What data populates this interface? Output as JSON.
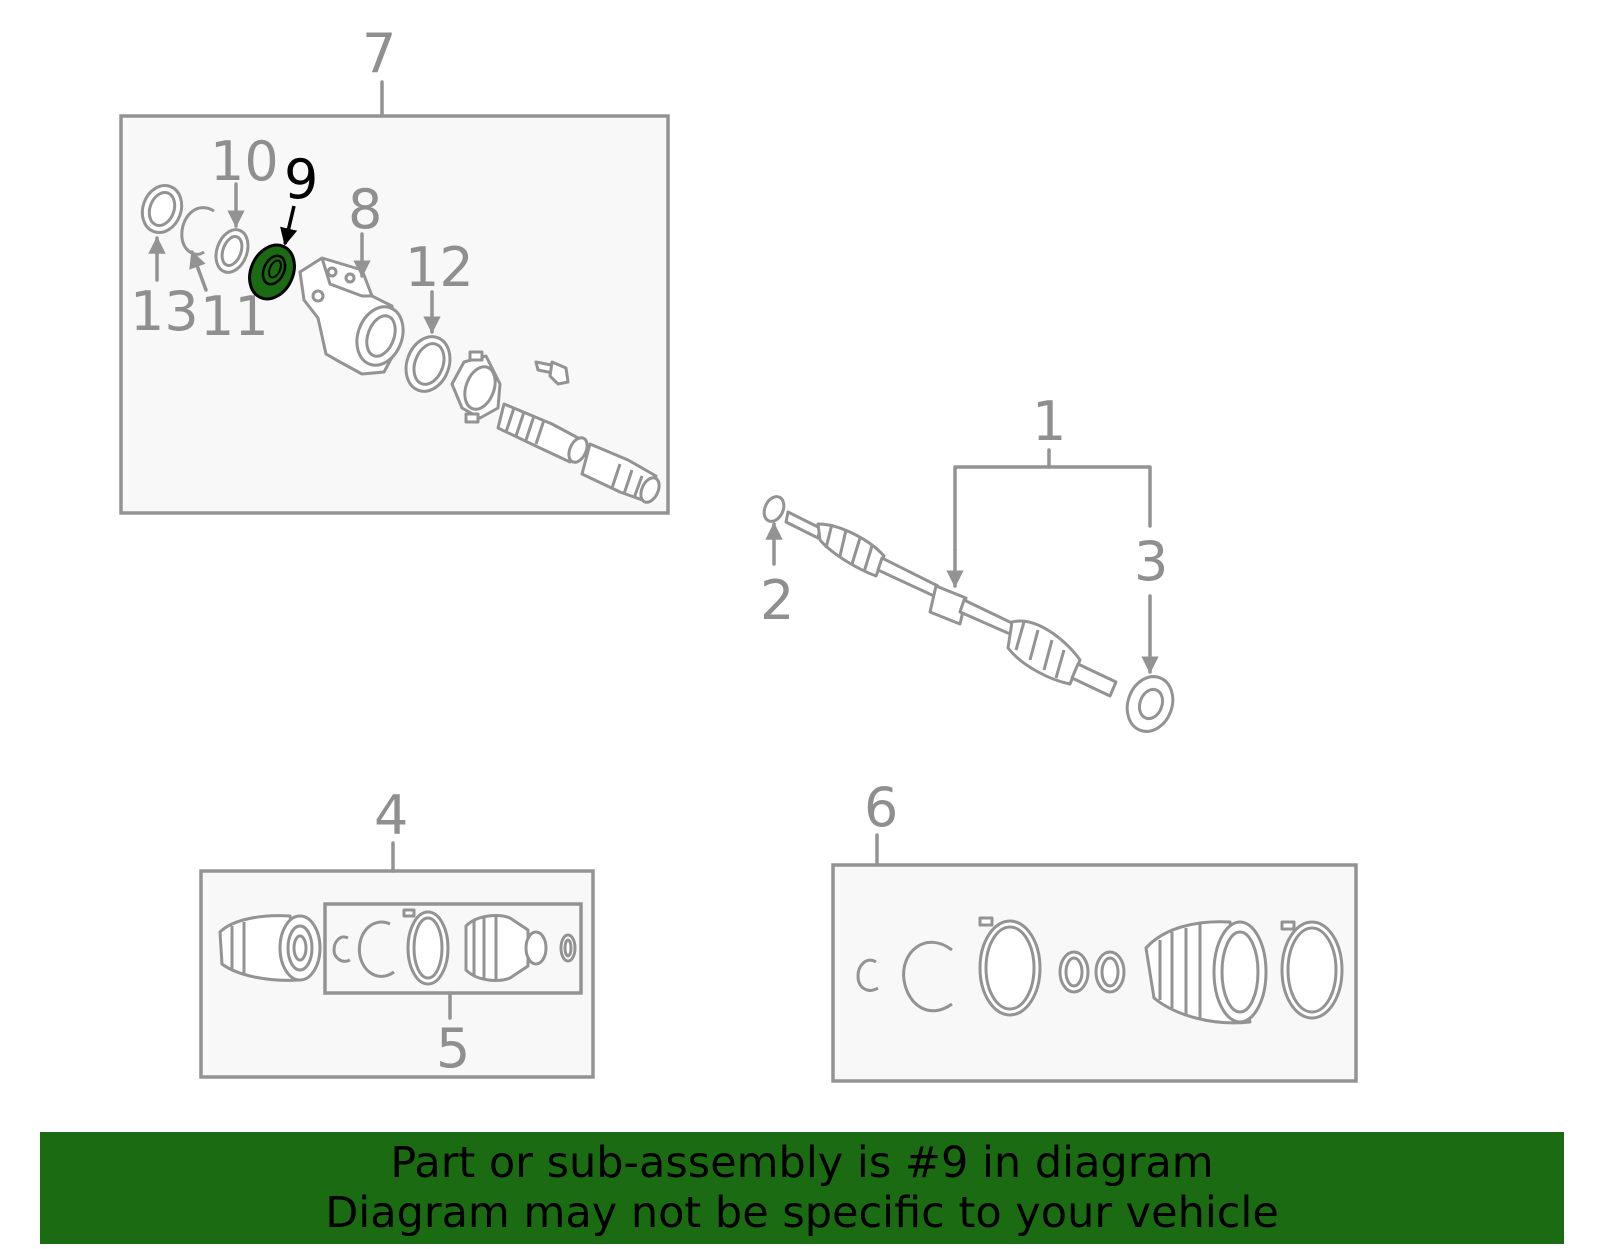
{
  "diagram": {
    "highlight_color": "#1a6b11",
    "callouts": {
      "c1": "1",
      "c2": "2",
      "c3": "3",
      "c4": "4",
      "c5": "5",
      "c6": "6",
      "c7": "7",
      "c8": "8",
      "c9": "9",
      "c10": "10",
      "c11": "11",
      "c12": "12",
      "c13": "13"
    },
    "highlighted_part": "9"
  },
  "banner": {
    "background": "#1a6b11",
    "line1": "Part or sub-assembly is #9 in diagram",
    "line2": "Diagram may not be specific to your vehicle"
  }
}
